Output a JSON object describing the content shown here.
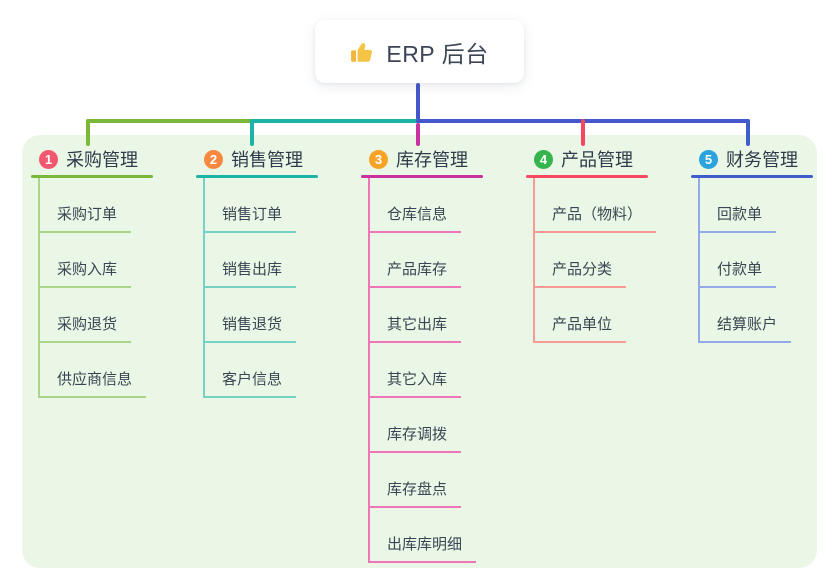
{
  "root": {
    "icon": "thumbs-up",
    "label": "ERP 后台"
  },
  "canvas": {
    "background": "#ffffff",
    "panel_background": "#ebf7e6"
  },
  "connector_colors": {
    "root": "#4457cb",
    "b1": "#7ab83c",
    "b2": "#1db4a7",
    "b3": "#c9329e",
    "b4": "#f6495f",
    "b5": "#3f5ecb"
  },
  "branches": [
    {
      "num": "1",
      "title": "采购管理",
      "colors": {
        "badge": "#f25971",
        "line": "#7ab83c",
        "child_line": "#a9d489"
      },
      "children": [
        "采购订单",
        "采购入库",
        "采购退货",
        "供应商信息"
      ]
    },
    {
      "num": "2",
      "title": "销售管理",
      "colors": {
        "badge": "#f6893f",
        "line": "#1db4a7",
        "child_line": "#77d2c6"
      },
      "children": [
        "销售订单",
        "销售出库",
        "销售退货",
        "客户信息"
      ]
    },
    {
      "num": "3",
      "title": "库存管理",
      "colors": {
        "badge": "#f7a326",
        "line": "#c9329e",
        "child_line": "#ee76b8"
      },
      "children": [
        "仓库信息",
        "产品库存",
        "其它出库",
        "其它入库",
        "库存调拨",
        "库存盘点",
        "出库库明细"
      ]
    },
    {
      "num": "4",
      "title": "产品管理",
      "colors": {
        "badge": "#36b44e",
        "line": "#f6495f",
        "child_line": "#f79b94"
      },
      "children": [
        "产品（物料）",
        "产品分类",
        "产品单位"
      ]
    },
    {
      "num": "5",
      "title": "财务管理",
      "colors": {
        "badge": "#2ba4de",
        "line": "#3f5ecb",
        "child_line": "#93a9e8"
      },
      "children": [
        "回款单",
        "付款单",
        "结算账户"
      ]
    }
  ]
}
